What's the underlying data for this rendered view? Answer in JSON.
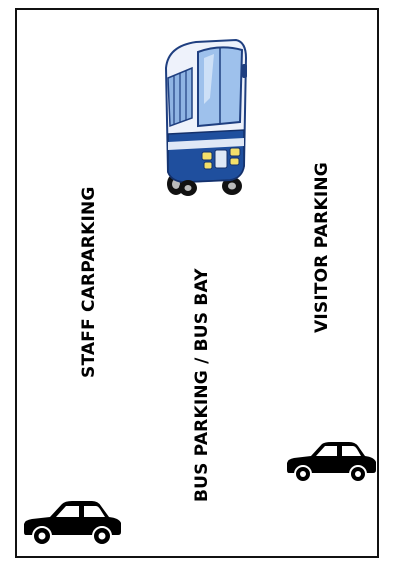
{
  "labels": {
    "staff": "STAFF CARPARKING",
    "bus": "BUS PARKING / BUS BAY",
    "visitor": "VISITOR PARKING"
  },
  "icons": {
    "bus": "bus-icon",
    "car_left": "car-icon",
    "car_right": "car-icon"
  },
  "colors": {
    "border": "#111111",
    "bus_blue": "#1f4f9e",
    "text": "#000000"
  }
}
